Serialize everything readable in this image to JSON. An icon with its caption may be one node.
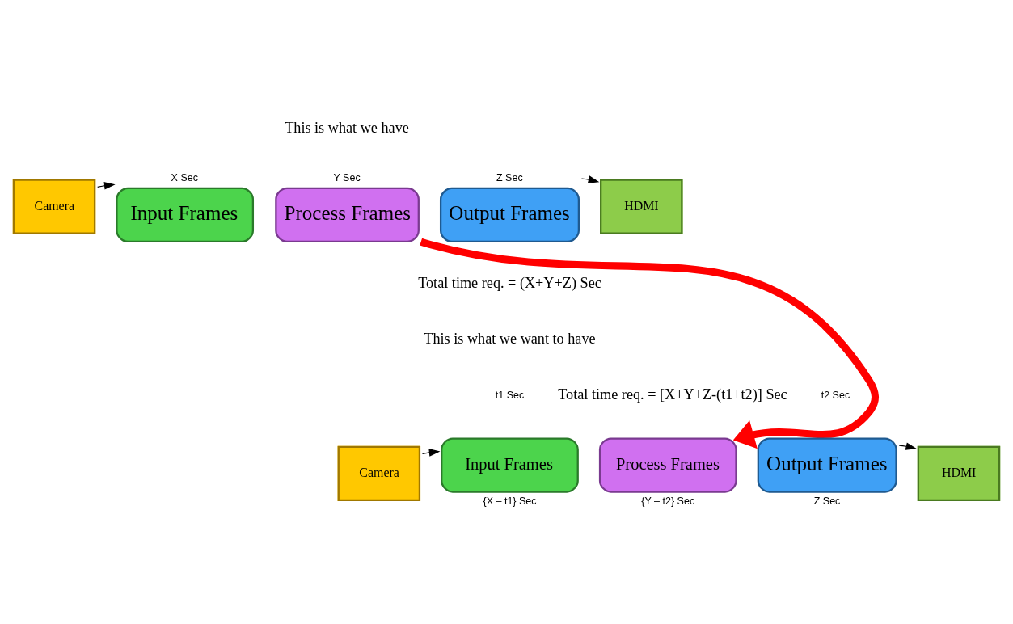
{
  "diagram": {
    "nodes": [
      {
        "text": [
          "Camera"
        ]
      },
      {
        "text": [
          "Input Frames"
        ],
        "beside": [
          "X Sec"
        ]
      },
      {
        "text": [
          "Process Frames"
        ],
        "beside": [
          "Y Sec"
        ]
      },
      {
        "text": [
          "Output Frames"
        ],
        "beside": [
          "Z Sec"
        ]
      },
      {
        "text": [
          "HDMI"
        ]
      },
      {
        "text": [
          "Camera"
        ]
      },
      {
        "text": [
          "Input Frames"
        ],
        "beside": [
          "{X – t1} Sec"
        ]
      },
      {
        "text": [
          "Process Frames"
        ],
        "beside": [
          "{Y – t2} Sec"
        ]
      },
      {
        "text": [
          "Output Frames"
        ],
        "beside": [
          "Z Sec"
        ]
      },
      {
        "text": [
          "HDMI"
        ]
      }
    ],
    "edges": [
      {
        "from": 0,
        "to": 1,
        "arrow": "to"
      },
      {
        "from": 3,
        "to": 4,
        "arrow": "to"
      },
      {
        "from": 2,
        "to": 7,
        "arrow": "to",
        "style": "thick",
        "color": "#ff0000"
      },
      {
        "from": 5,
        "to": 6,
        "arrow": "to"
      },
      {
        "from": 8,
        "to": 9,
        "arrow": "to"
      }
    ],
    "labels": [
      "This is what we have",
      "Total time req. = (X+Y+Z) Sec",
      "This is what we want to have",
      "t1 Sec",
      "Total time req. = [X+Y+Z-(t1+t2)] Sec",
      "t2 Sec"
    ]
  }
}
